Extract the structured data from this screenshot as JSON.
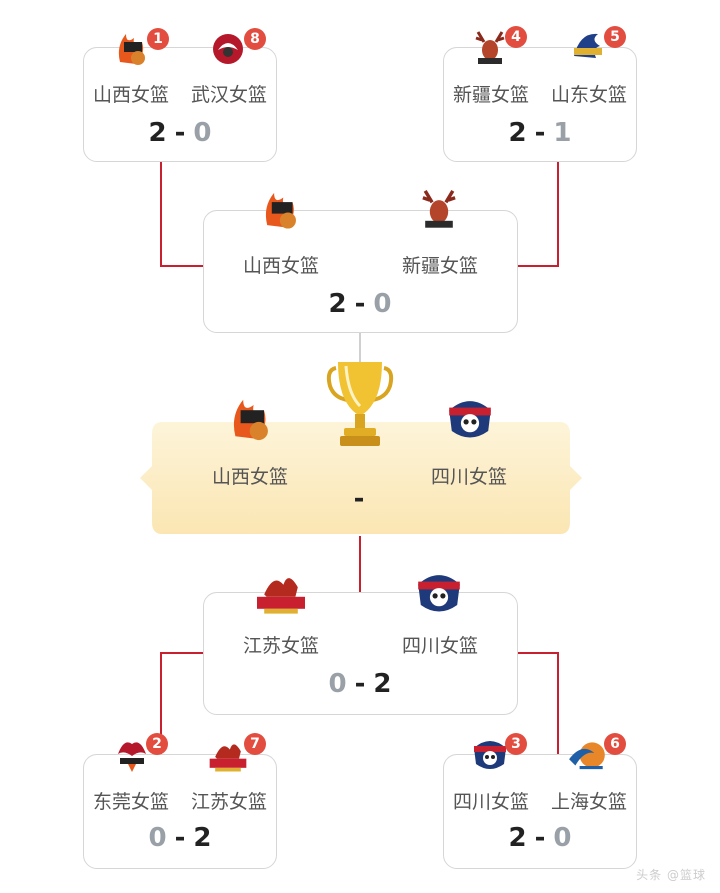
{
  "colors": {
    "accent": "#c9202f",
    "seed": "#e24d3f",
    "winner": "#222222",
    "loser": "#9aa0a8",
    "final_bg": "#fcefc9"
  },
  "qf_left_top": {
    "team_a": "山西女篮",
    "seed_a": "1",
    "team_b": "武汉女篮",
    "seed_b": "8",
    "score_a": "2",
    "score_b": "0"
  },
  "qf_right_top": {
    "team_a": "新疆女篮",
    "seed_a": "4",
    "team_b": "山东女篮",
    "seed_b": "5",
    "score_a": "2",
    "score_b": "1"
  },
  "sf_top": {
    "team_a": "山西女篮",
    "team_b": "新疆女篮",
    "score_a": "2",
    "score_b": "0"
  },
  "final": {
    "team_a": "山西女篮",
    "team_b": "四川女篮",
    "score": "-",
    "trophy_icon": "trophy-icon"
  },
  "sf_bottom": {
    "team_a": "江苏女篮",
    "team_b": "四川女篮",
    "score_a": "0",
    "score_b": "2"
  },
  "qf_left_bottom": {
    "team_a": "东莞女篮",
    "seed_a": "2",
    "team_b": "江苏女篮",
    "seed_b": "7",
    "score_a": "0",
    "score_b": "2"
  },
  "qf_right_bottom": {
    "team_a": "四川女篮",
    "seed_a": "3",
    "team_b": "上海女篮",
    "seed_b": "6",
    "score_a": "2",
    "score_b": "0"
  },
  "watermark": "头条 @篮球"
}
